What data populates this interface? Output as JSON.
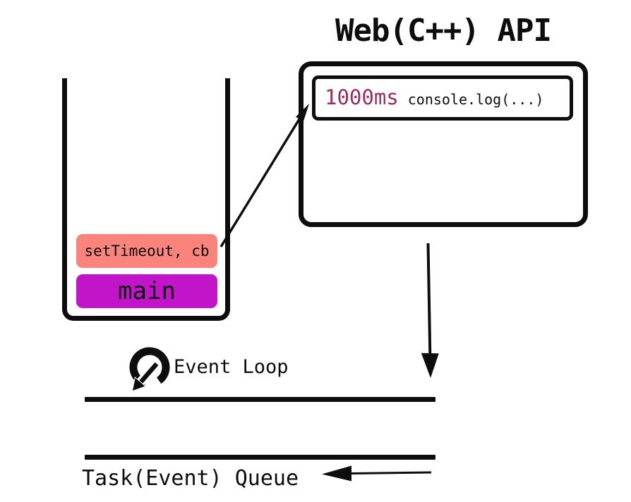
{
  "title": "Web(C++) API",
  "web_api": {
    "timer": {
      "delay": "1000ms",
      "callback": "console.log(...)"
    }
  },
  "call_stack": {
    "frames": [
      {
        "label": "setTimeout, cb",
        "color": "#fa837b"
      },
      {
        "label": "main",
        "color": "#c214c8"
      }
    ]
  },
  "event_loop": {
    "label": "Event Loop"
  },
  "task_queue": {
    "label": "Task(Event) Queue"
  },
  "icons": {
    "event_loop": "clockwise-cycle-arrow-icon"
  },
  "colors": {
    "ink": "#0d0d0d",
    "background": "#ffffff",
    "timer_delay_text": "#a02b5a",
    "frame_settimeout_bg": "#fa837b",
    "frame_main_bg": "#c214c8"
  }
}
